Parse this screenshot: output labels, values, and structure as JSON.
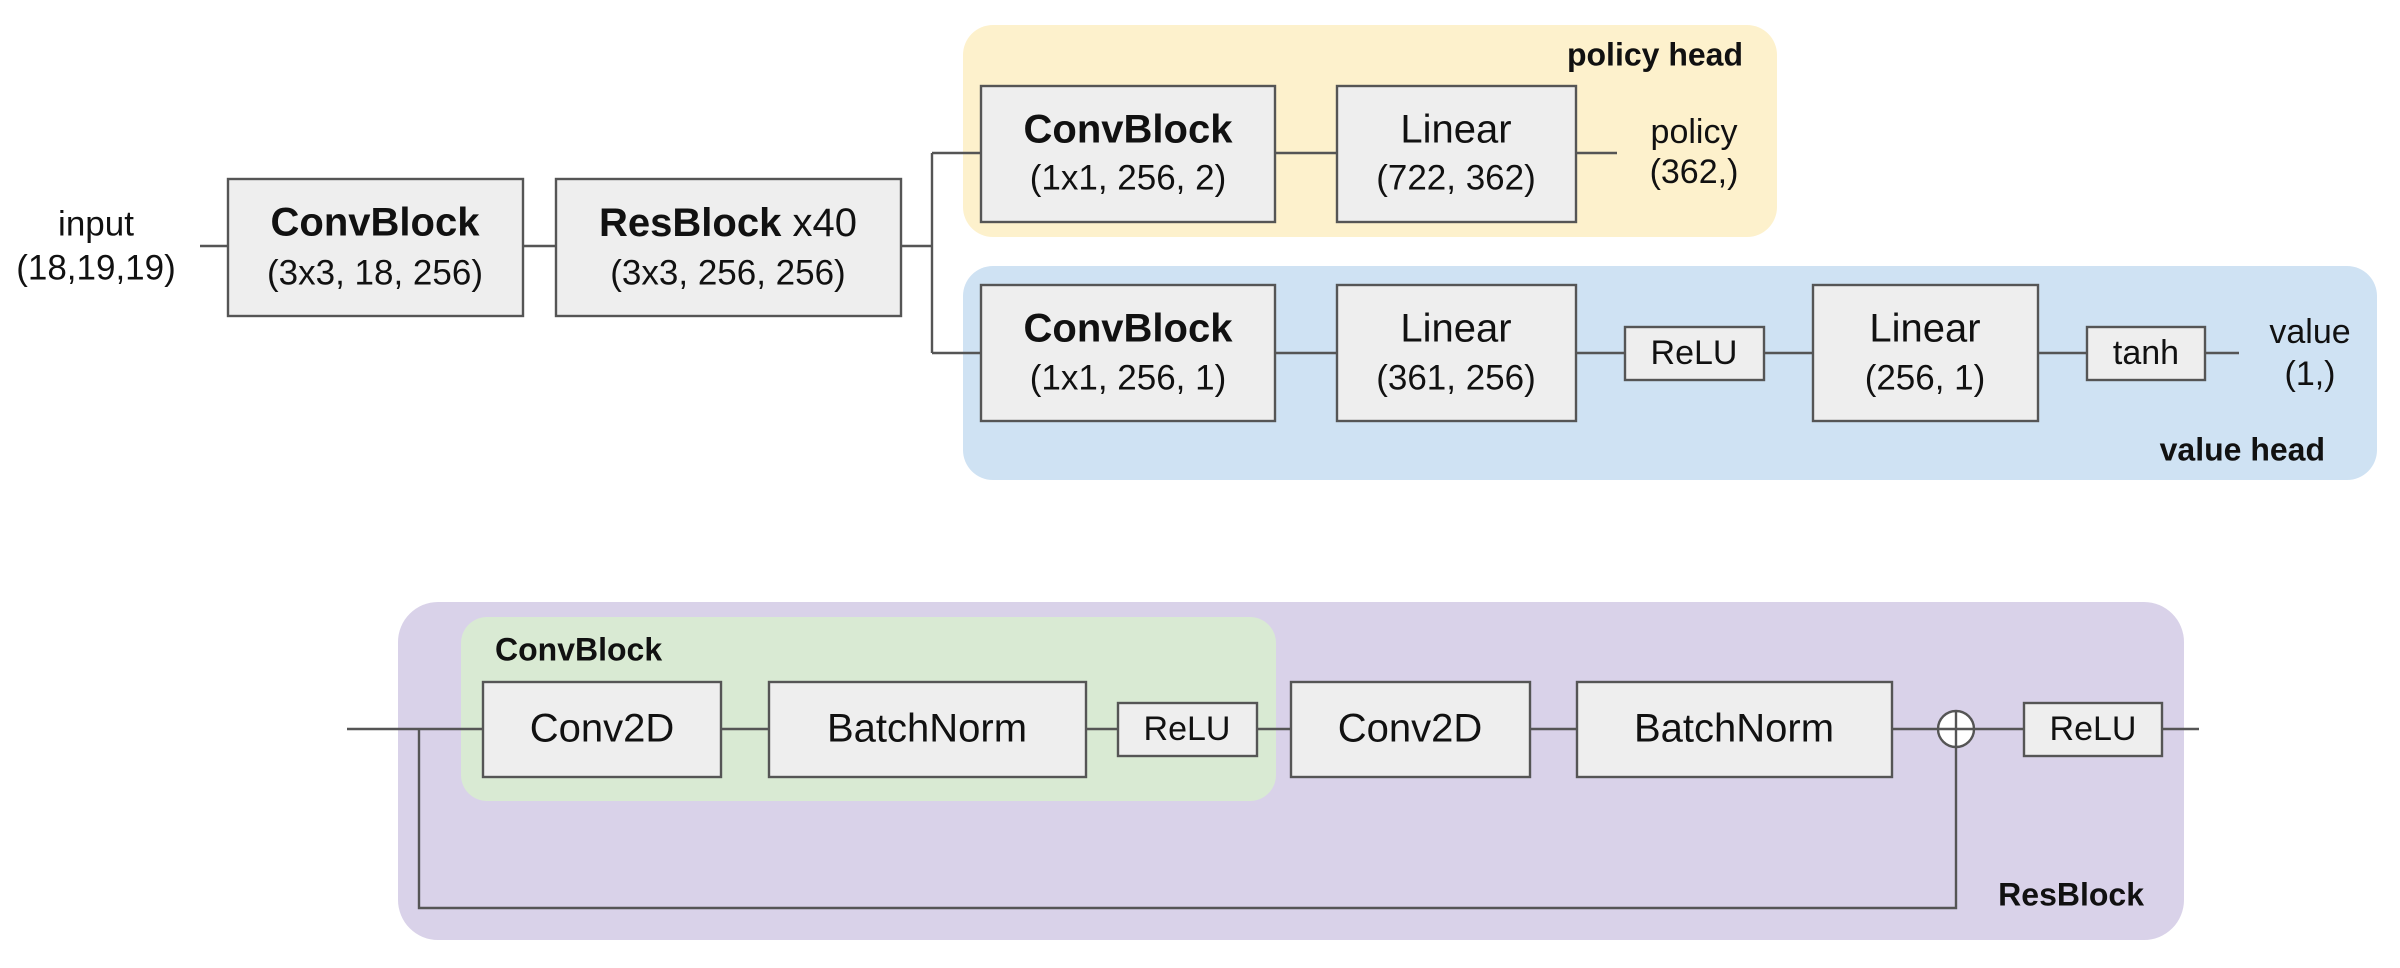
{
  "input": {
    "label": "input",
    "shape": "(18,19,19)"
  },
  "trunk": {
    "convblock": {
      "title": "ConvBlock",
      "params": "(3x3, 18, 256)"
    },
    "resblock": {
      "title": "ResBlock",
      "repeat": "x40",
      "params": "(3x3, 256, 256)"
    }
  },
  "policy_head": {
    "label": "policy head",
    "color": "#fdf1cc",
    "convblock": {
      "title": "ConvBlock",
      "params": "(1x1, 256, 2)"
    },
    "linear": {
      "title": "Linear",
      "params": "(722, 362)"
    },
    "output": {
      "label": "policy",
      "shape": "(362,)"
    }
  },
  "value_head": {
    "label": "value head",
    "color": "#cfe2f3",
    "convblock": {
      "title": "ConvBlock",
      "params": "(1x1, 256, 1)"
    },
    "linear1": {
      "title": "Linear",
      "params": "(361, 256)"
    },
    "relu": "ReLU",
    "linear2": {
      "title": "Linear",
      "params": "(256, 1)"
    },
    "tanh": "tanh",
    "output": {
      "label": "value",
      "shape": "(1,)"
    }
  },
  "resblock_detail": {
    "label": "ResBlock",
    "color": "#d9d2e9",
    "convblock": {
      "label": "ConvBlock",
      "color": "#d9ead3",
      "conv": "Conv2D",
      "norm": "BatchNorm",
      "relu": "ReLU"
    },
    "conv": "Conv2D",
    "norm": "BatchNorm",
    "relu": "ReLU"
  }
}
